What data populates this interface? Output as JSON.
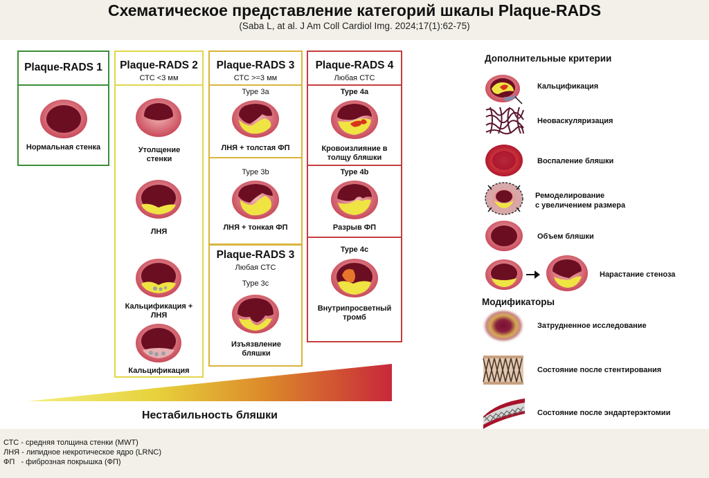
{
  "header": {
    "title": "Схематическое представление категорий шкалы Plaque-RADS",
    "citation": "(Saba L, at al. J Am Coll Cardiol Img. 2024;17(1):62-75)"
  },
  "categories": {
    "rads1": {
      "title": "Plaque-RADS 1",
      "items": [
        {
          "label": "Нормальная стенка"
        }
      ]
    },
    "rads2": {
      "title": "Plaque-RADS 2",
      "subtitle": "СТС <3 мм",
      "items": [
        {
          "label": "Утолщение стенки"
        },
        {
          "label": "ЛНЯ"
        },
        {
          "label": "Кальцификация + ЛНЯ"
        },
        {
          "label": "Кальцификация"
        }
      ]
    },
    "rads3": {
      "title": "Plaque-RADS 3",
      "subtitle": "СТС >=3 мм",
      "items": [
        {
          "type": "Type 3a",
          "label": "ЛНЯ + толстая ФП"
        },
        {
          "type": "Type 3b",
          "label": "ЛНЯ + тонкая ФП"
        }
      ]
    },
    "rads3c": {
      "title": "Plaque-RADS 3",
      "subtitle": "Любая СТС",
      "items": [
        {
          "type": "Type 3c",
          "label": "Изъязвление бляшки"
        }
      ]
    },
    "rads4": {
      "title": "Plaque-RADS 4",
      "subtitle": "Любая СТС",
      "items": [
        {
          "type": "Type 4a",
          "label": "Кровоизлияние в толщу бляшки"
        },
        {
          "type": "Type 4b",
          "label": "Разрыв ФП"
        },
        {
          "type": "Type 4c",
          "label": "Внутрипросветный тромб"
        }
      ]
    }
  },
  "instability": {
    "label": "Нестабильность бляшки"
  },
  "additional": {
    "title": "Дополнительные критерии",
    "items": [
      {
        "label": "Кальцификация",
        "icon": "calcification-icon"
      },
      {
        "label": "Неоваскуляризация",
        "icon": "neovascularization-icon"
      },
      {
        "label": "Воспаление бляшки",
        "icon": "inflammation-icon"
      },
      {
        "label": "Ремоделирование",
        "label2": "с увеличением размера",
        "icon": "remodeling-icon"
      },
      {
        "label": "Объем бляшки",
        "icon": "plaque-volume-icon"
      },
      {
        "label": "Нарастание стеноза",
        "icon": "stenosis-progression-icon"
      }
    ]
  },
  "modifiers": {
    "title": "Модификаторы",
    "items": [
      {
        "label": "Затрудненное исследование",
        "icon": "blurred-vessel-icon"
      },
      {
        "label": "Состояние после стентирования",
        "icon": "stent-icon"
      },
      {
        "label": "Состояние после эндартерэктомии",
        "icon": "endarterectomy-icon"
      }
    ]
  },
  "footnotes": [
    "СТС - средняя толщина стенки (MWT)",
    "ЛНЯ - липидное некротическое ядро (LRNC)",
    "ФП   - фиброзная покрышка (ФП)"
  ],
  "colors": {
    "green": "#3a8f35",
    "yellow": "#e3d54a",
    "orange": "#d9b43a",
    "red": "#c63c3c",
    "vessel_wall": "#e39a9a",
    "lumen": "#6b0e22",
    "lipid": "#f0e442"
  }
}
